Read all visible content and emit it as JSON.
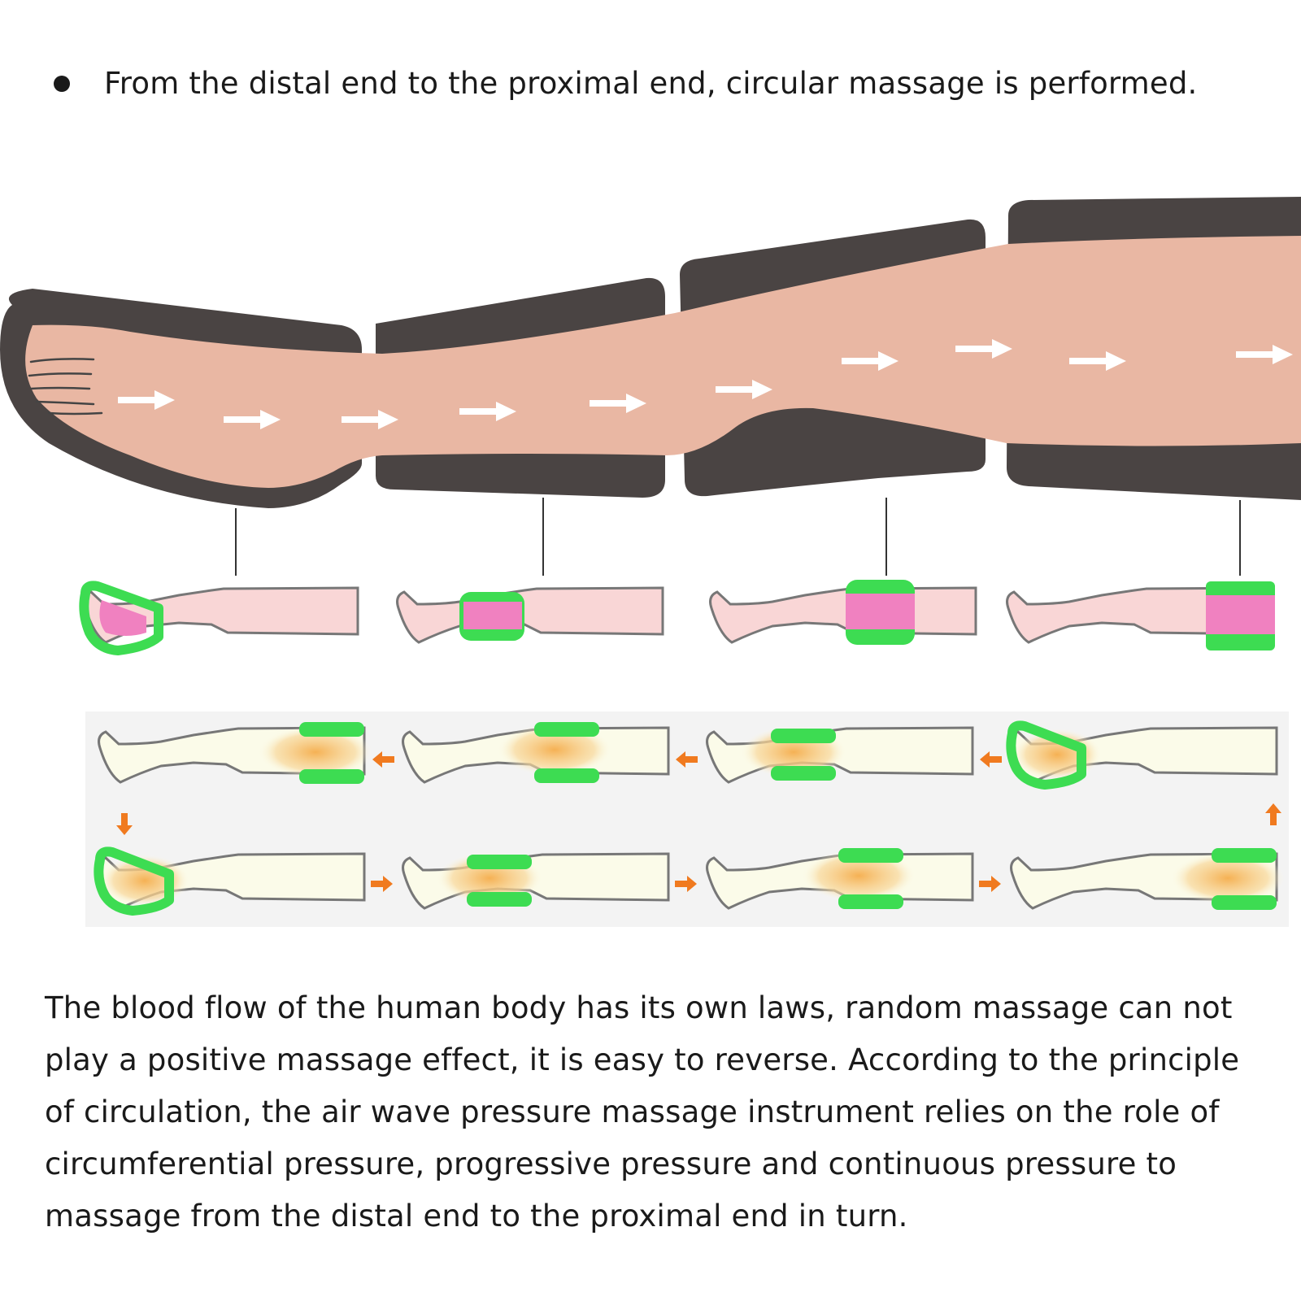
{
  "bullet": {
    "text": "From the distal end to the proximal end, circular massage is performed."
  },
  "diagram": {
    "stages": [
      "foot",
      "calf",
      "knee",
      "thigh"
    ],
    "colors": {
      "skin": "#e9b7a3",
      "cuff": "#4a4443",
      "active_cuff": "#3ddc52",
      "pressure_zone": "#f081c0",
      "flow_glow": "#f5b154",
      "cycle_arrow": "#f07a1f",
      "leg_fill": "#fbfbe9",
      "leg_light": "#f9d6d6"
    },
    "icons": [
      "flow-arrow-icon",
      "cycle-arrow-icon"
    ]
  },
  "paragraph": {
    "lines": [
      "The blood flow of the human body has its own laws, random massage can not",
      "play a positive massage effect, it is easy to reverse. According to the principle",
      "of circulation, the air wave pressure massage instrument relies on the role of",
      "circumferential pressure, progressive pressure and continuous pressure to",
      "massage from the distal end to the proximal end in turn."
    ]
  }
}
